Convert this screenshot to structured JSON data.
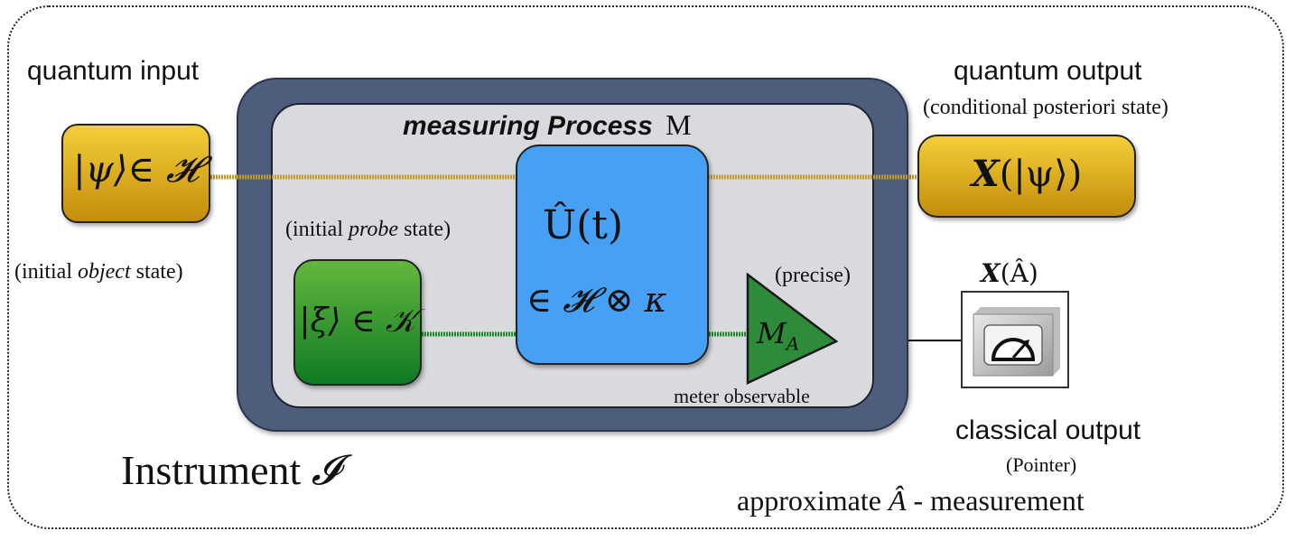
{
  "labels": {
    "quantum_input": "quantum input",
    "initial_object_state_pre": "(initial ",
    "initial_object_state_em": "object",
    "initial_object_state_post": " state)",
    "quantum_output": "quantum output",
    "conditional_state": "(conditional posteriori state)",
    "measuring_process": "measuring Process",
    "measuring_symbol": "M",
    "initial_probe_state_pre": "(initial ",
    "initial_probe_state_em": "probe",
    "initial_probe_state_post": " state)",
    "precise": "(precise)",
    "meter_observable": "meter observable",
    "classical_output": "classical output",
    "pointer": "(Pointer)",
    "instrument": "Instrument",
    "instrument_symbol": "𝓘",
    "approx_pre": "approximate ",
    "approx_symbol": "Â",
    "approx_post": " - measurement"
  },
  "math": {
    "psi_in": "|ψ⟩∈ 𝓗",
    "probe": "|ξ⟩ ∈ 𝒦",
    "unitary": "Û(t)",
    "tensor": "∈ 𝓗 ⊗ κ",
    "out_bold": "X",
    "out_rest": "(|ψ⟩)",
    "meter": "M",
    "meter_sub": "A",
    "pointer_bold": "X",
    "pointer_rest": "(Â)"
  },
  "colors": {
    "object_line": "#c49a2c",
    "probe_line": "#1f8a2a",
    "instrument_frame": "#4d5d7b",
    "process_fill": "#d9dadd",
    "unitary_fill": "#46a0f4",
    "meter_triangle": "#2e8b3a",
    "gold_box": "#e2b420"
  },
  "icons": {
    "pointer_device": "gauge-meter-icon"
  }
}
